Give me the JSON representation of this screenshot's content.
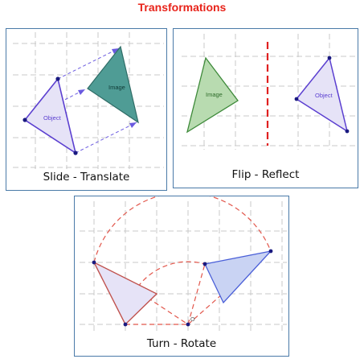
{
  "title": "Transformations",
  "panels": {
    "translate": {
      "caption": "Slide - Translate",
      "object_label": "Object",
      "image_label": "Image"
    },
    "reflect": {
      "caption": "Flip - Reflect",
      "object_label": "Object",
      "image_label": "Image"
    },
    "rotate": {
      "caption": "Turn - Rotate",
      "center_label": "O"
    }
  },
  "colors": {
    "title": "#e8231a",
    "panel_border": "#4a7aa8",
    "object_fill": "#e6e3f7",
    "object_stroke": "#5b3fd0",
    "translate_image_fill": "#4f9c95",
    "reflect_image_fill": "#b8dbb0",
    "rotate_object_stroke": "#c0524e",
    "rotate_image_fill": "#c9d3f3",
    "mirror_line": "#e02020",
    "arc_dashes": "#e2574c",
    "grid": "#c8c8c8",
    "vertex": "#1a1a80"
  }
}
